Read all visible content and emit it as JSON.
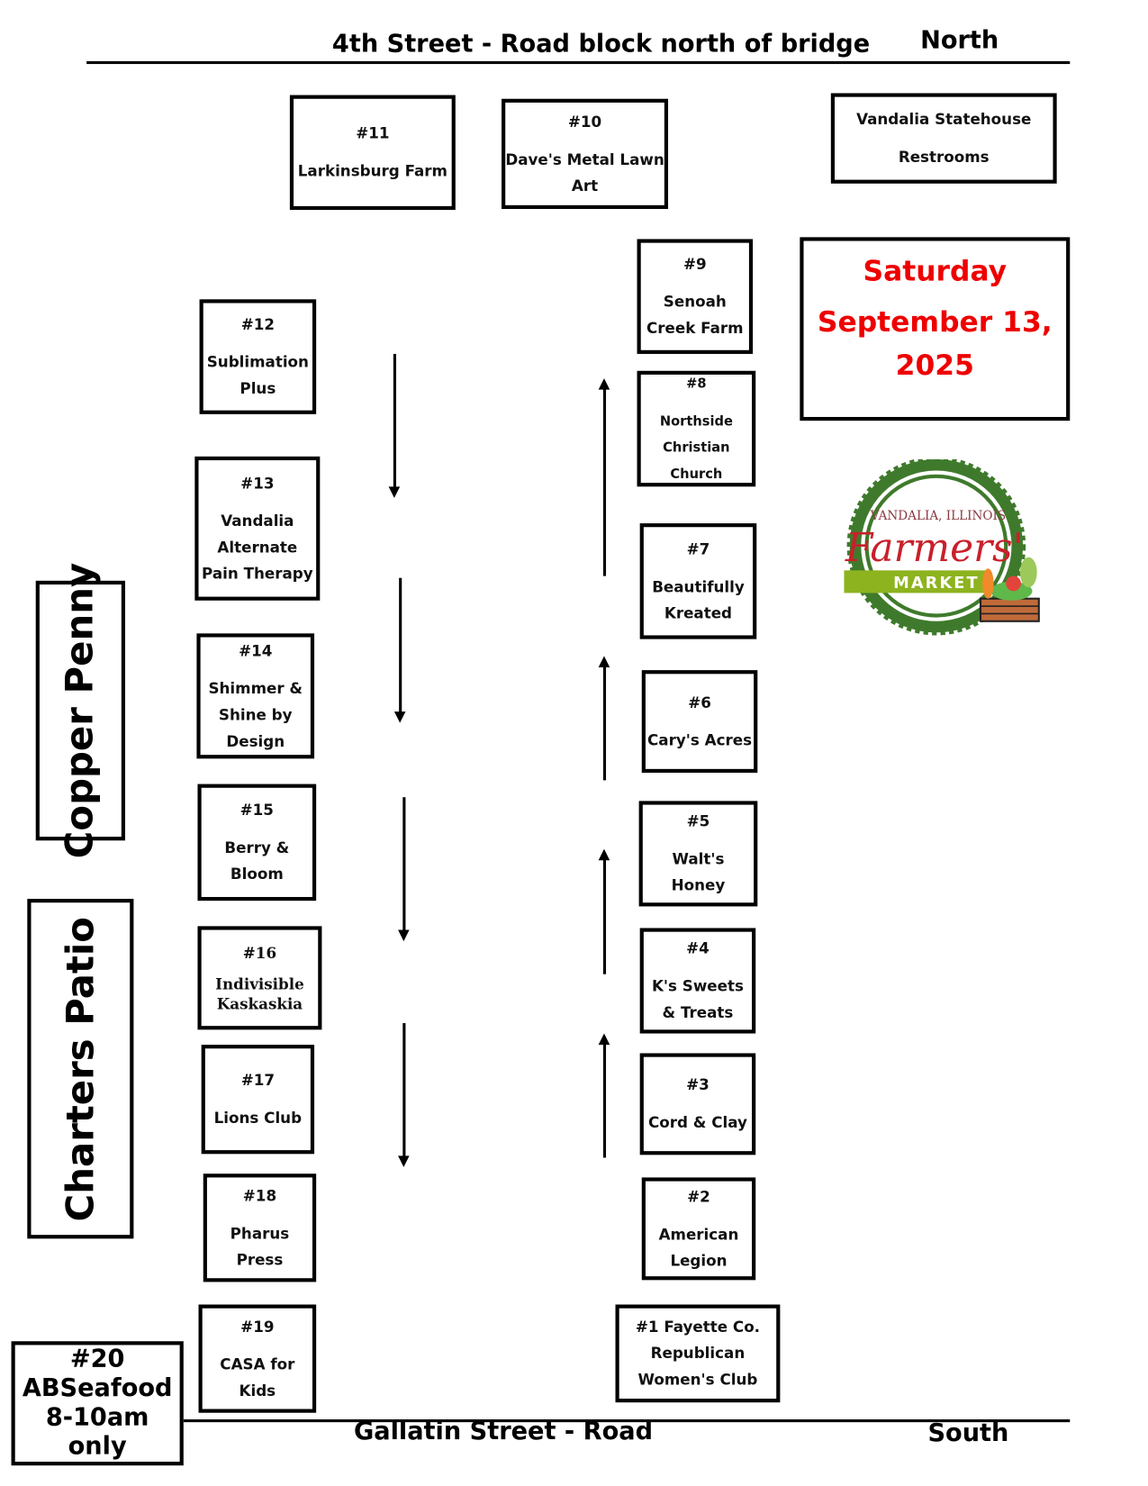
{
  "header": {
    "street": "4th Street - Road block north of bridge",
    "direction": "North"
  },
  "footer": {
    "street": "Gallatin Street - Road",
    "direction": "South"
  },
  "date": {
    "line1": "Saturday",
    "line2": "September 13,",
    "line3": "2025",
    "color": "#e00000"
  },
  "restrooms": {
    "line1": "Vandalia Statehouse",
    "line2": "Restrooms"
  },
  "side_labels": {
    "copper_penny": "Copper Penny",
    "charters_patio": "Charters Patio"
  },
  "booth20": {
    "num": "#20",
    "name": "ABSeafood",
    "note": "8-10am only"
  },
  "logo": {
    "top": "Vandalia, Illinois",
    "script": "Farmers'",
    "band": "MARKET"
  },
  "booths": [
    {
      "num": "#1",
      "lines": [
        "#1 Fayette Co.",
        "Republican",
        "Women's Club"
      ]
    },
    {
      "num": "#2",
      "lines": [
        "American",
        "Legion"
      ]
    },
    {
      "num": "#3",
      "lines": [
        "Cord & Clay"
      ]
    },
    {
      "num": "#4",
      "lines": [
        "K's Sweets",
        "& Treats"
      ]
    },
    {
      "num": "#5",
      "lines": [
        "Walt's",
        "Honey"
      ]
    },
    {
      "num": "#6",
      "lines": [
        "Cary's Acres"
      ]
    },
    {
      "num": "#7",
      "lines": [
        "Beautifully",
        "Kreated"
      ]
    },
    {
      "num": "#8",
      "lines": [
        "Northside",
        "Christian Church"
      ]
    },
    {
      "num": "#9",
      "lines": [
        "Senoah",
        "Creek Farm"
      ]
    },
    {
      "num": "#10",
      "lines": [
        "Dave's Metal Lawn",
        "Art"
      ]
    },
    {
      "num": "#11",
      "lines": [
        "Larkinsburg Farm"
      ]
    },
    {
      "num": "#12",
      "lines": [
        "Sublimation",
        "Plus"
      ]
    },
    {
      "num": "#13",
      "lines": [
        "Vandalia",
        "Alternate",
        "Pain Therapy"
      ]
    },
    {
      "num": "#14",
      "lines": [
        "Shimmer &",
        "Shine by",
        "Design"
      ]
    },
    {
      "num": "#15",
      "lines": [
        "Berry &",
        "Bloom"
      ]
    },
    {
      "num": "#16",
      "lines": [
        "Indivisible",
        "Kaskaskia"
      ]
    },
    {
      "num": "#17",
      "lines": [
        "Lions Club"
      ]
    },
    {
      "num": "#18",
      "lines": [
        "Pharus",
        "Press"
      ]
    },
    {
      "num": "#19",
      "lines": [
        "CASA for",
        "Kids"
      ]
    }
  ]
}
